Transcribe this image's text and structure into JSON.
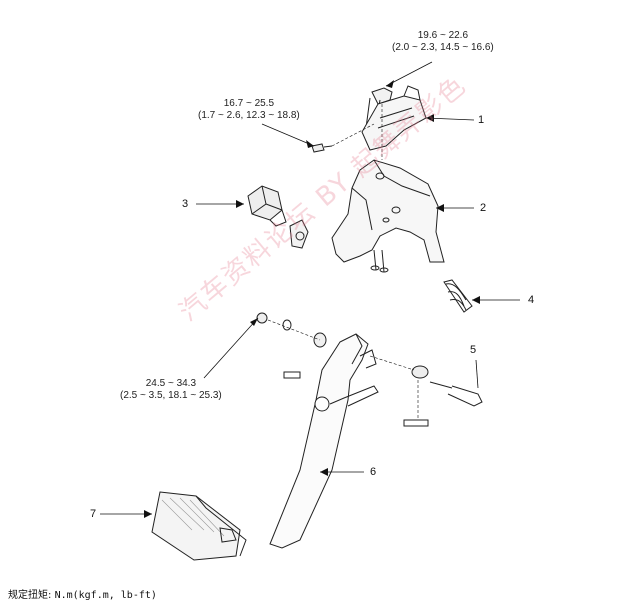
{
  "torque_specs": [
    {
      "id": "t1",
      "line1": "19.6 ~ 22.6",
      "line2": "(2.0 ~ 2.3, 14.5 ~ 16.6)"
    },
    {
      "id": "t2",
      "line1": "16.7 ~ 25.5",
      "line2": "(1.7 ~ 2.6, 12.3 ~ 18.8)"
    },
    {
      "id": "t3",
      "line1": "24.5 ~ 34.3",
      "line2": "(2.5 ~ 3.5, 18.1 ~ 25.3)"
    }
  ],
  "callouts": [
    "1",
    "2",
    "3",
    "4",
    "5",
    "6",
    "7"
  ],
  "footer": {
    "label": "规定扭矩:",
    "units": "N.m(kgf.m, lb-ft)"
  },
  "watermark": "汽车资料论坛 BY 起舞弄影色"
}
